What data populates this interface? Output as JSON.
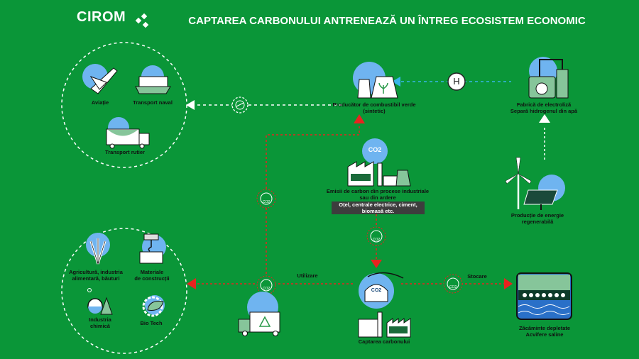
{
  "header": {
    "logo": "CIROM",
    "title": "CAPTAREA CARBONULUI ANTRENEAZĂ UN ÎNTREG ECOSISTEM ECONOMIC"
  },
  "transport": {
    "items": [
      "Aviație",
      "Transport naval",
      "Transport rutier"
    ]
  },
  "producer": {
    "line1": "Producător de combustibil verde",
    "line2": "(sintetic)"
  },
  "hydrogen": {
    "symbol": "H"
  },
  "electrolysis": {
    "line1": "Fabrică de electroliză",
    "line2": "Separă hidrogenul din apă"
  },
  "renewable": {
    "line1": "Producție de energie",
    "line2": "regenerabilă"
  },
  "emissions": {
    "line1": "Emisii de carbon din procese industriale",
    "line2": "sau din ardere",
    "box_line1": "Oțel, centrale electrice, ciment,",
    "box_line2": "biomasă etc."
  },
  "co2": {
    "label": "CO2"
  },
  "flows": {
    "utilization": "Utilizare",
    "storage": "Stocare"
  },
  "capture": {
    "label": "Captarea carbonului"
  },
  "storage_site": {
    "line1": "Zăcăminte depletate",
    "line2": "Acvifere saline"
  },
  "industries": {
    "agri_line1": "Agricultură, industria",
    "agri_line2": "alimentară, băuturi",
    "construction_line1": "Materiale",
    "construction_line2": "de construcții",
    "chem_line1": "Industria",
    "chem_line2": "chimică",
    "biotech": "Bio Tech"
  },
  "colors": {
    "background": "#0a9638",
    "accent_blue": "#6fb4f0",
    "flow_red": "#e8231f",
    "hydrogen_flow": "#38b6e8",
    "dark_box": "#3d3d3d"
  }
}
